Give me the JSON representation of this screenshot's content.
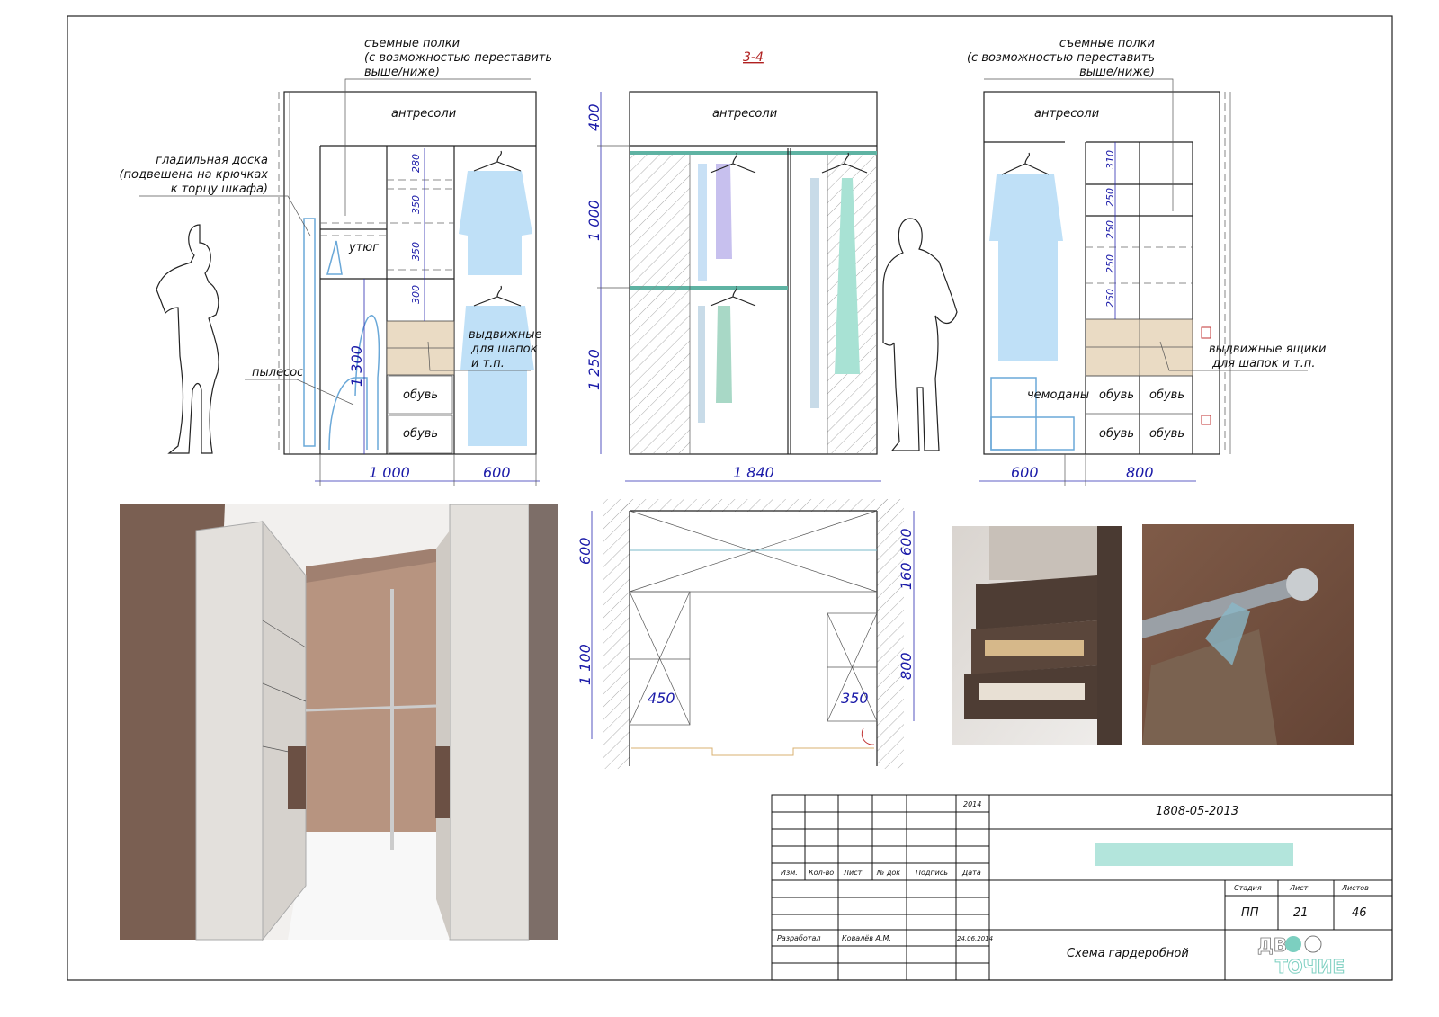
{
  "colors": {
    "accent": "#b3e5dc",
    "dimension": "#1a1aa8",
    "clothes": "#bfe0f7",
    "drawer": "#eadbc4",
    "section_mark": "#b02020"
  },
  "left_elevation": {
    "shelves_note": [
      "съемные полки",
      "(с возможностью переставить",
      "выше/ниже)"
    ],
    "mezzanine": "антресоли",
    "ironing_note": [
      "гладильная доска",
      "(подвешена на крючках",
      "к торцу шкафа)"
    ],
    "iron": "утюг",
    "vacuum": "пылесос",
    "drawers_note": [
      "выдвижные",
      "для шапок",
      "и т.п."
    ],
    "shoes": [
      "обувь",
      "обувь"
    ],
    "dims_vertical": [
      "280",
      "350",
      "350",
      "300",
      "1 300"
    ],
    "dims_horizontal": [
      "1 000",
      "600"
    ]
  },
  "middle_elevation": {
    "section_mark": "3-4",
    "mezzanine": "антресоли",
    "dims_vertical": [
      "400",
      "1 000",
      "1 250"
    ],
    "dims_horizontal": [
      "1 840"
    ]
  },
  "right_elevation": {
    "shelves_note": [
      "съемные полки",
      "(с возможностью переставить",
      "выше/ниже)"
    ],
    "mezzanine": "антресоли",
    "drawers_note": [
      "выдвижные ящики",
      "для шапок и т.п."
    ],
    "suitcases": "чемоданы",
    "shoes": [
      "обувь",
      "обувь",
      "обувь",
      "обувь"
    ],
    "dims_vertical": [
      "310",
      "250",
      "250",
      "250",
      "250"
    ],
    "dims_horizontal": [
      "600",
      "800"
    ]
  },
  "plan": {
    "dims_left": [
      "600",
      "1 100"
    ],
    "dims_right": [
      "600",
      "160",
      "800"
    ],
    "dims_inner": [
      "450",
      "350"
    ]
  },
  "title_block": {
    "year": "2014",
    "code": "1808-05-2013",
    "headers": [
      "Изм.",
      "Кол-во",
      "Лист",
      "№ док",
      "Подпись",
      "Дата"
    ],
    "stage_headers": [
      "Стадия",
      "Лист",
      "Листов"
    ],
    "stage_values": [
      "ПП",
      "21",
      "46"
    ],
    "developed_label": "Разработал",
    "developer": "Ковалёв А.М.",
    "date": "24.06.2014",
    "sheet_title": "Схема гардеробной",
    "logo_text": "двое точие"
  }
}
